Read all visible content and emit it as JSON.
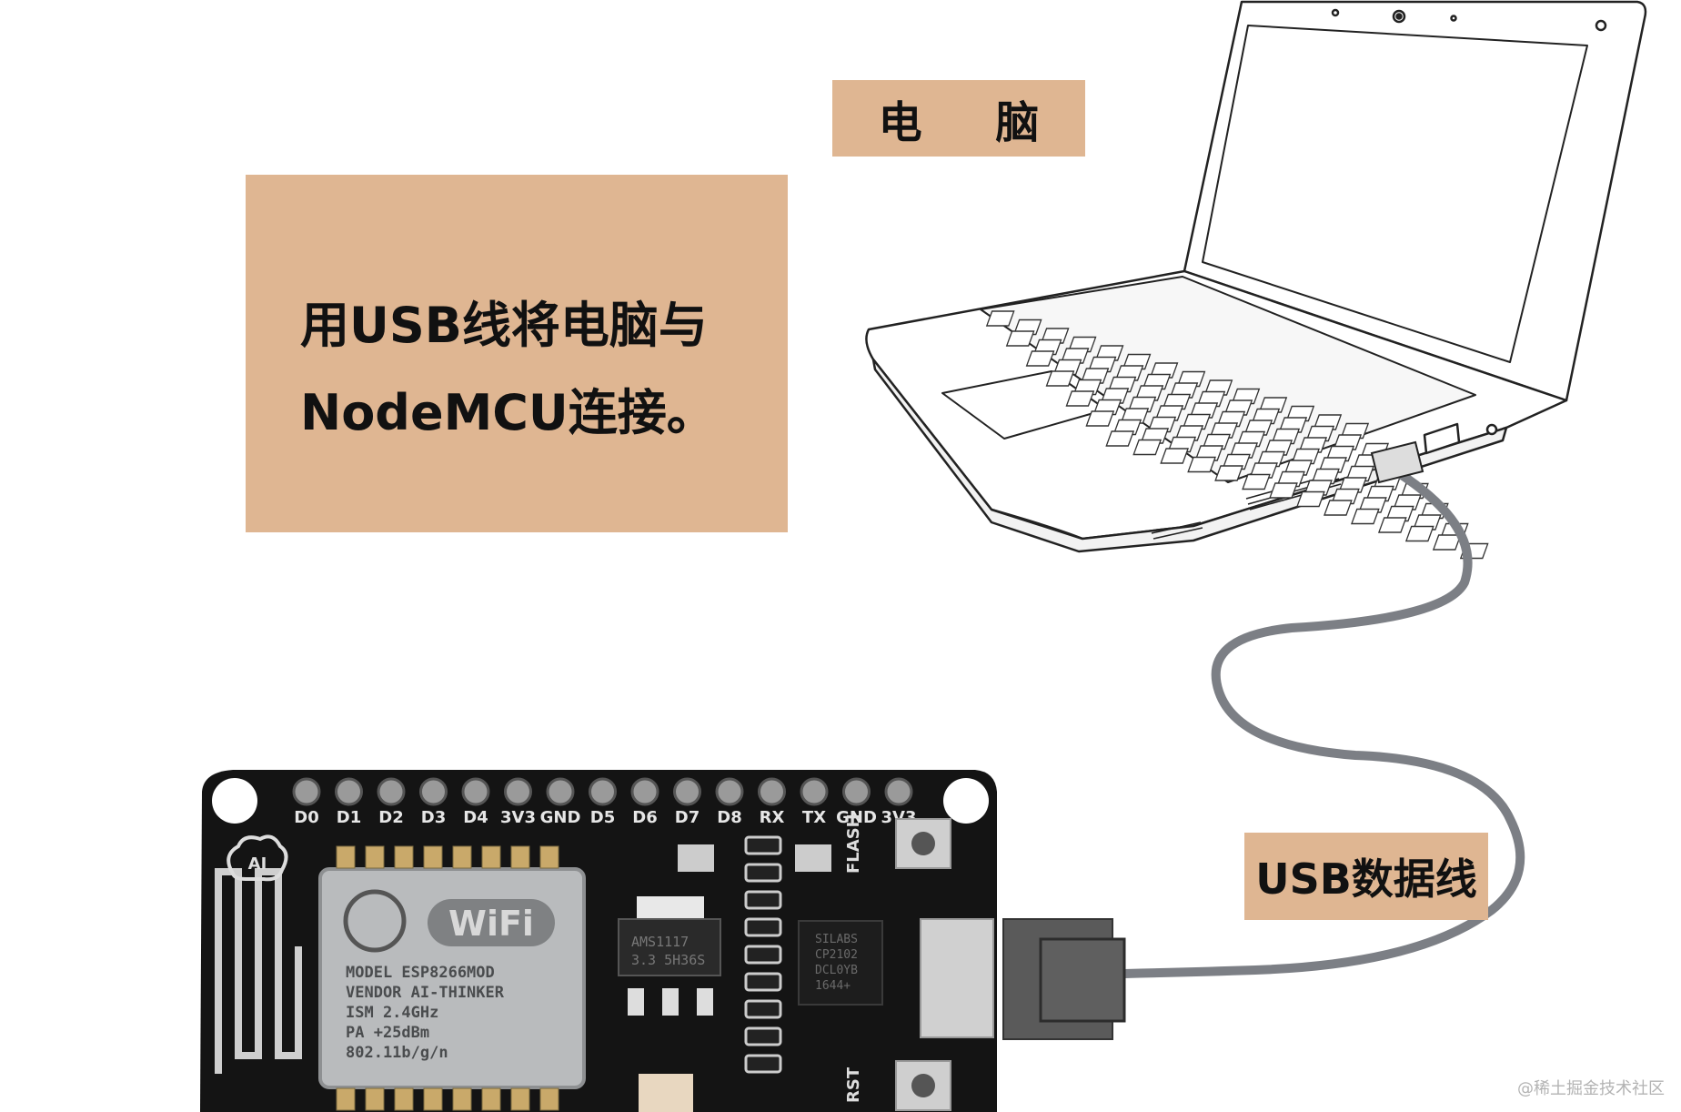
{
  "labels": {
    "computer": "电 脑",
    "instruction_line1": "用USB线将电脑与",
    "instruction_line2": "NodeMCU连接。",
    "cable": "USB数据线"
  },
  "board": {
    "pins": [
      "D0",
      "D1",
      "D2",
      "D3",
      "D4",
      "3V3",
      "GND",
      "D5",
      "D6",
      "D7",
      "D8",
      "RX",
      "TX",
      "GND",
      "3V3"
    ],
    "module_brand": "WiFi",
    "module_text": [
      "MODEL  ESP8266MOD",
      "VENDOR AI-THINKER",
      "ISM    2.4GHz",
      "PA     +25dBm",
      "802.11b/g/n"
    ],
    "regulator_text": [
      "AMS1117",
      "3.3 5H36S"
    ],
    "usb_chip_text": [
      "SILABS",
      "CP2102",
      "DCL0YB",
      "1644+"
    ],
    "button_labels": [
      "FLASH",
      "RST"
    ],
    "logo_text": "AI"
  },
  "watermark": "@稀土掘金技术社区",
  "colors": {
    "label_bg": "#dfb692",
    "board_bg": "#141414",
    "cable": "#7c7f85",
    "connector": "#5a5a5a"
  }
}
